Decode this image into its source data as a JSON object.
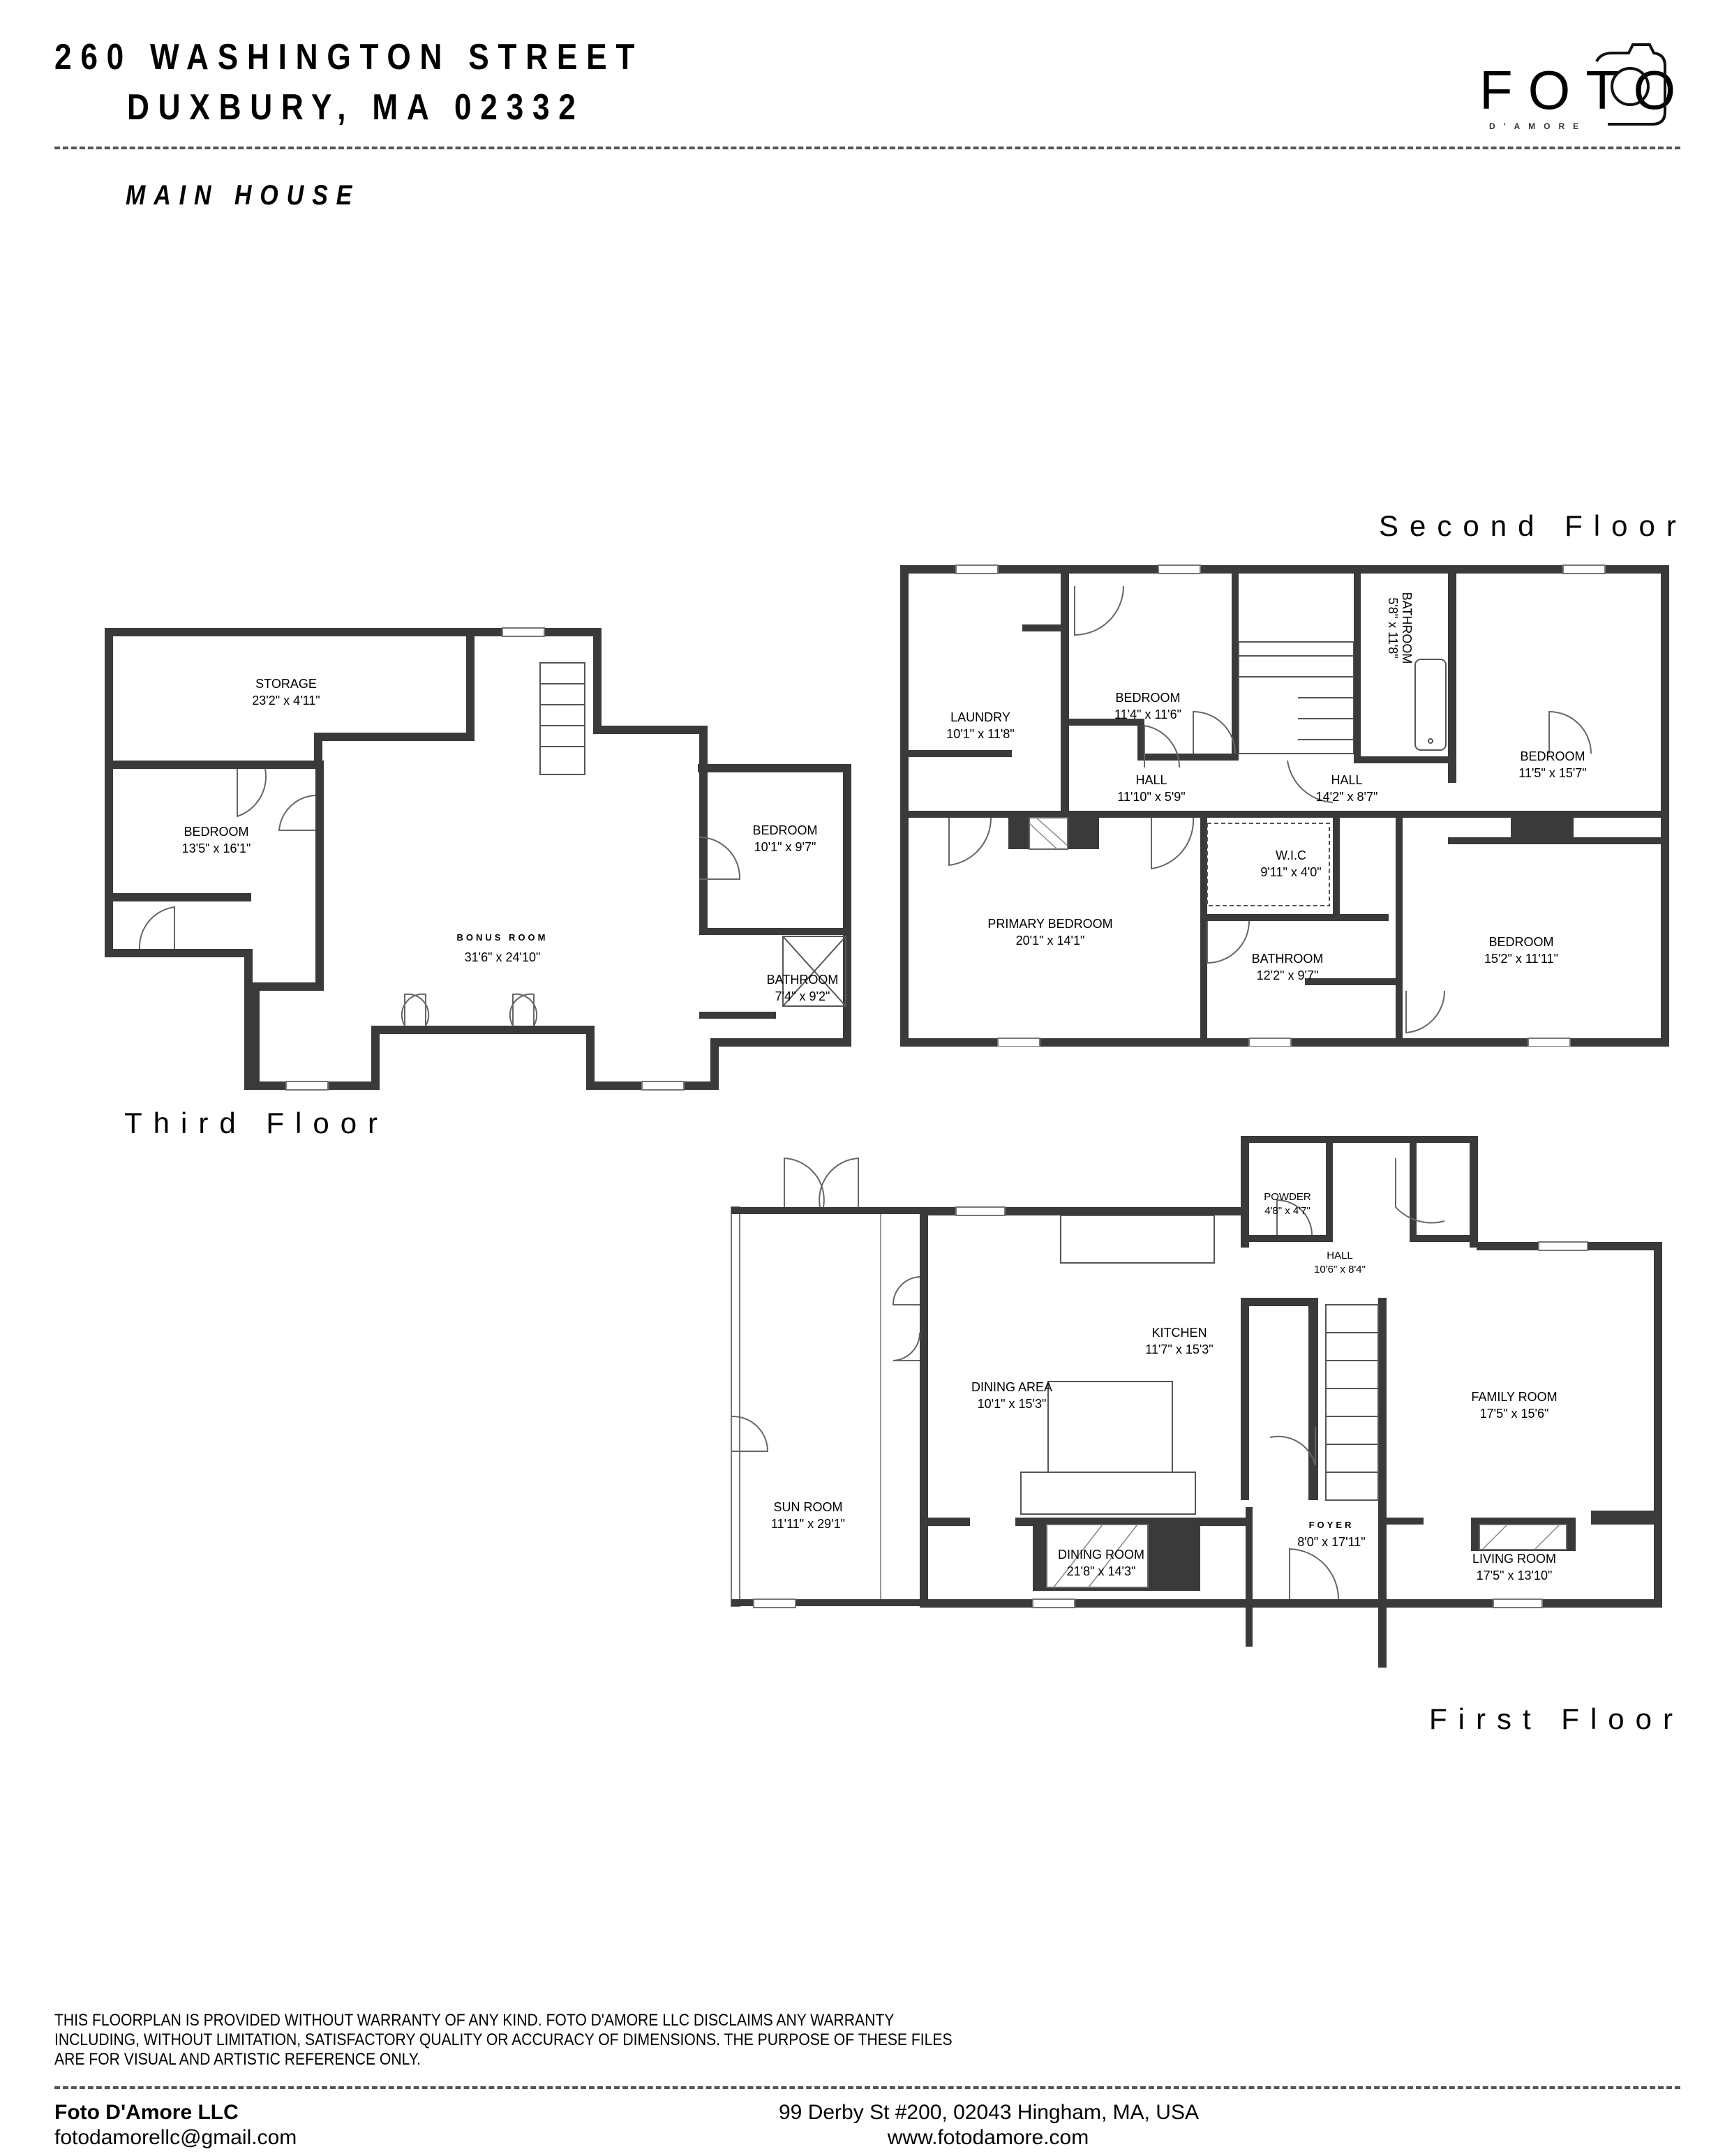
{
  "header": {
    "address_line1": "260 WASHINGTON STREET",
    "address_line2": "DUXBURY, MA 02332",
    "section_title": "MAIN HOUSE"
  },
  "logo": {
    "text": "FOTO",
    "subtext": "D'AMORE",
    "icon": "camera-icon"
  },
  "floors": {
    "third": {
      "label": "Third Floor",
      "rooms": [
        {
          "name": "STORAGE",
          "dims": "23'2\" x 4'11\""
        },
        {
          "name": "BEDROOM",
          "dims": "13'5\" x 16'1\""
        },
        {
          "name": "BONUS ROOM",
          "dims": "31'6\" x 24'10\""
        },
        {
          "name": "BEDROOM",
          "dims": "10'1\" x 9'7\""
        },
        {
          "name": "BATHROOM",
          "dims": "7'4\" x 9'2\""
        }
      ]
    },
    "second": {
      "label": "Second Floor",
      "rooms": [
        {
          "name": "LAUNDRY",
          "dims": "10'1\" x 11'8\""
        },
        {
          "name": "BEDROOM",
          "dims": "11'4\" x 11'6\""
        },
        {
          "name": "BATHROOM",
          "dims": "5'8\" x 11'8\""
        },
        {
          "name": "BEDROOM",
          "dims": "11'5\" x 15'7\""
        },
        {
          "name": "HALL",
          "dims": "11'10\" x 5'9\""
        },
        {
          "name": "HALL",
          "dims": "14'2\" x 8'7\""
        },
        {
          "name": "W.I.C",
          "dims": "9'11\" x 4'0\""
        },
        {
          "name": "PRIMARY BEDROOM",
          "dims": "20'1\" x 14'1\""
        },
        {
          "name": "BATHROOM",
          "dims": "12'2\" x 9'7\""
        },
        {
          "name": "BEDROOM",
          "dims": "15'2\" x 11'11\""
        }
      ]
    },
    "first": {
      "label": "First Floor",
      "rooms": [
        {
          "name": "POWDER",
          "dims": "4'8\" x 4'7\""
        },
        {
          "name": "HALL",
          "dims": "10'6\" x 8'4\""
        },
        {
          "name": "KITCHEN",
          "dims": "11'7\" x 15'3\""
        },
        {
          "name": "DINING AREA",
          "dims": "10'1\" x 15'3\""
        },
        {
          "name": "FAMILY ROOM",
          "dims": "17'5\" x 15'6\""
        },
        {
          "name": "SUN ROOM",
          "dims": "11'11\" x 29'1\""
        },
        {
          "name": "FOYER",
          "dims": "8'0\" x 17'11\""
        },
        {
          "name": "DINING ROOM",
          "dims": "21'8\" x 14'3\""
        },
        {
          "name": "LIVING ROOM",
          "dims": "17'5\" x 13'10\""
        }
      ]
    }
  },
  "disclaimer": {
    "line1": "THIS FLOORPLAN IS PROVIDED WITHOUT WARRANTY OF ANY KIND. FOTO D'AMORE LLC DISCLAIMS ANY WARRANTY",
    "line2": "INCLUDING, WITHOUT LIMITATION, SATISFACTORY QUALITY OR ACCURACY OF DIMENSIONS. THE PURPOSE OF THESE FILES",
    "line3": "ARE FOR VISUAL AND ARTISTIC REFERENCE ONLY."
  },
  "footer": {
    "company": "Foto D'Amore LLC",
    "email": "fotodamorellc@gmail.com",
    "address": "99 Derby St #200, 02043 Hingham, MA, USA",
    "website": "www.fotodamore.com"
  },
  "colors": {
    "wall": "#3a3a3a",
    "divider": "#555555",
    "text": "#000000"
  }
}
